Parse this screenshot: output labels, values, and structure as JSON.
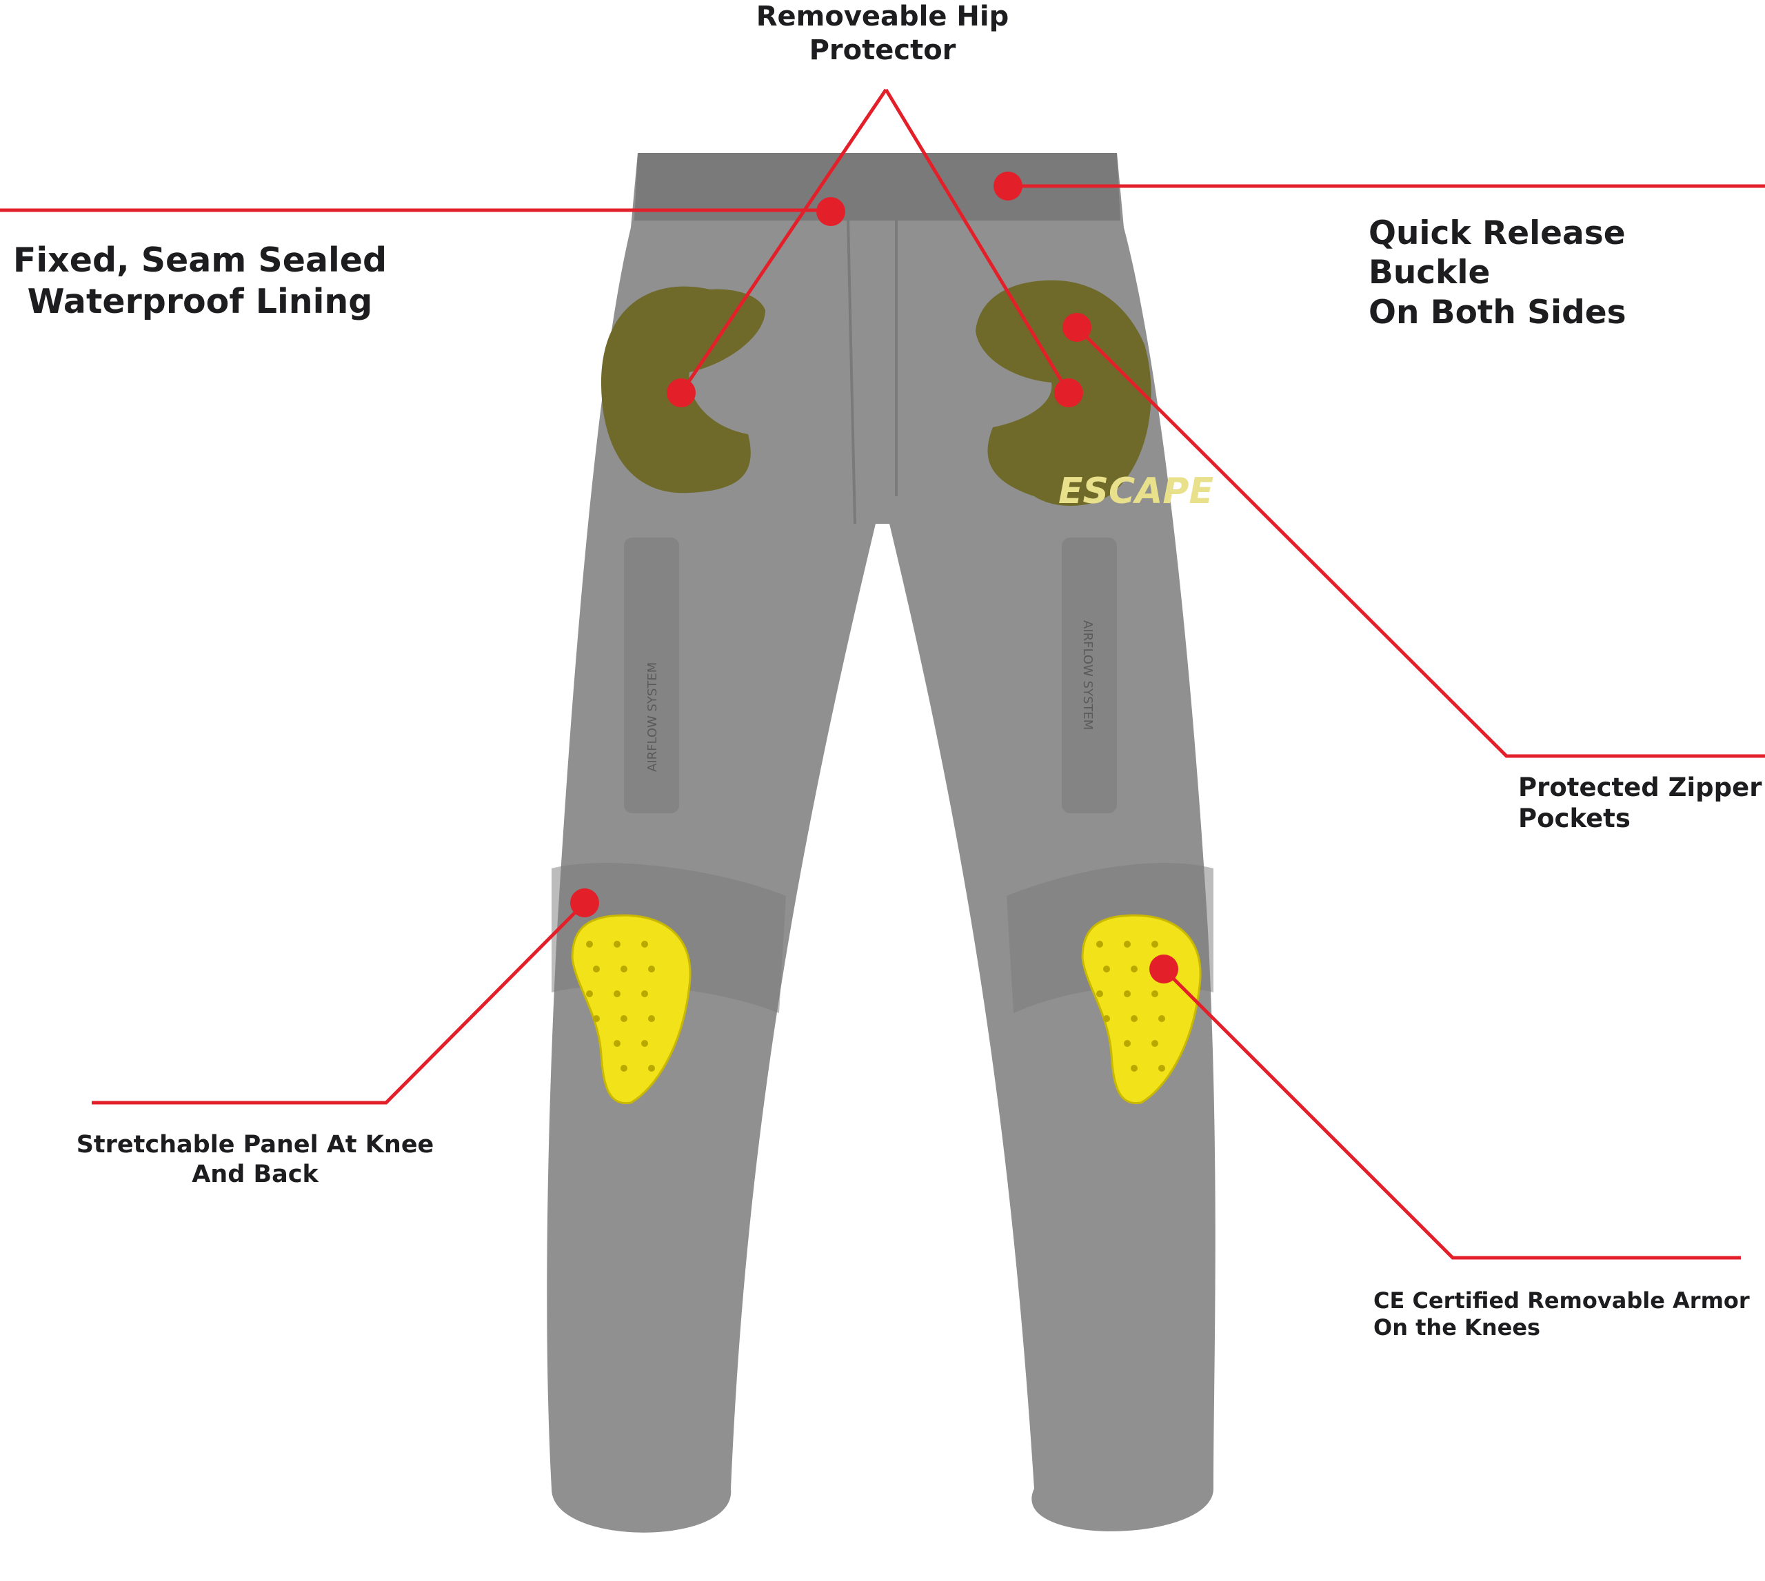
{
  "colors": {
    "background": "#ffffff",
    "pants": "#909090",
    "pants_dark": "#7a7a7a",
    "hip_pad": "#6f6a2a",
    "knee_armor": "#f2e21a",
    "callout": "#e3202a",
    "text": "#1d1d1f"
  },
  "brand": {
    "logo_text": "ESCAPE",
    "airflow_text": "AIRFLOW SYSTEM"
  },
  "callouts": {
    "hip_protector": [
      "Removeable Hip",
      "Protector"
    ],
    "waterproof_lining": [
      "Fixed, Seam Sealed",
      "Waterproof Lining"
    ],
    "quick_release": [
      "Quick Release Buckle",
      "On Both Sides"
    ],
    "zipper_pockets": [
      "Protected Zipper",
      "Pockets"
    ],
    "stretch_panel": [
      "Stretchable Panel At Knee",
      "And Back"
    ],
    "knee_armor": [
      "CE Certified Removable Armor",
      "On the Knees"
    ]
  }
}
